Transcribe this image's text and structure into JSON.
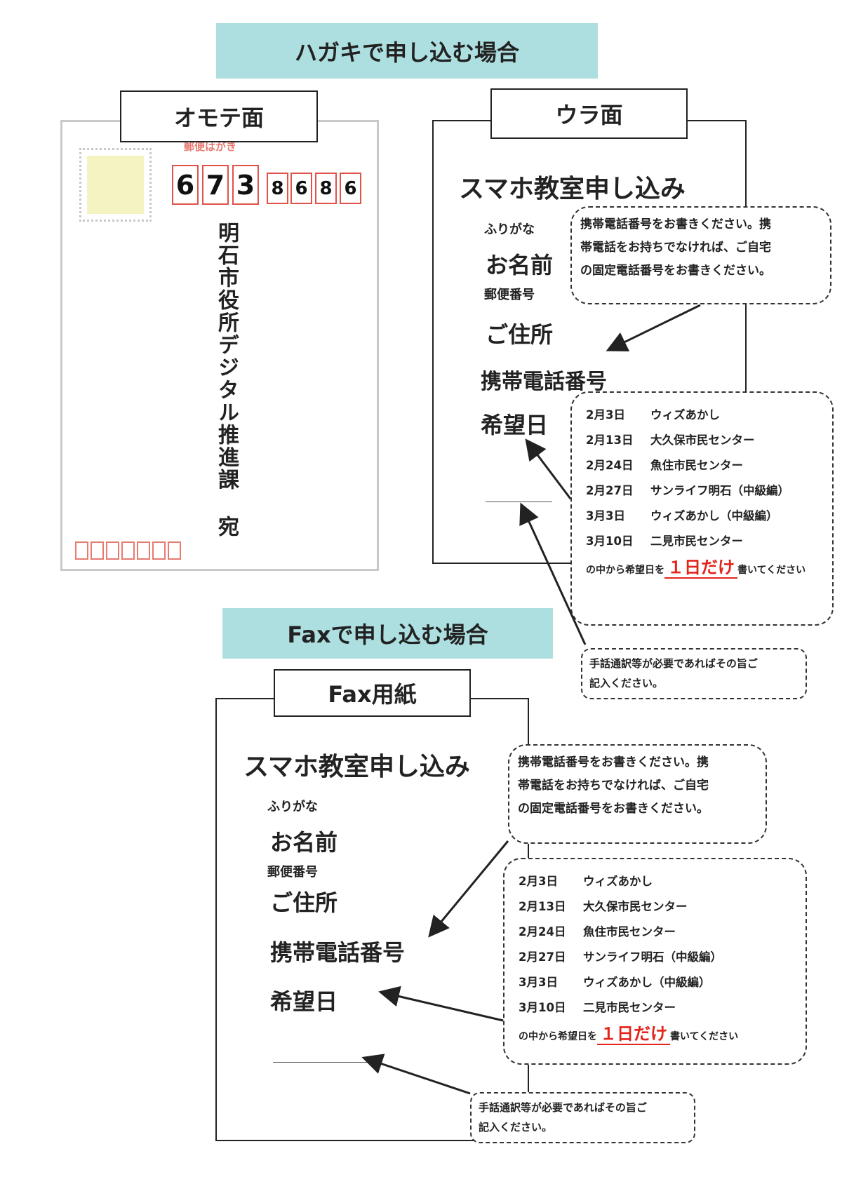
{
  "postcard_section": {
    "banner": "ハガキで申し込む場合",
    "front": {
      "label": "オモテ面",
      "card_header": "郵便はがき",
      "zip_main": [
        "6",
        "7",
        "3"
      ],
      "zip_sub": [
        "8",
        "6",
        "8",
        "6"
      ],
      "address": "明石市役所デジタル推進課",
      "honorific": "宛"
    },
    "back": {
      "label": "ウラ面"
    }
  },
  "fax_section": {
    "banner": "Faxで申し込む場合",
    "label": "Fax用紙"
  },
  "form": {
    "title": "スマホ教室申し込み",
    "furigana": "ふりがな",
    "name": "お名前",
    "postal": "郵便番号",
    "address": "ご住所",
    "phone": "携帯電話番号",
    "date": "希望日"
  },
  "notes": {
    "phone": [
      "携帯電話番号をお書きください。携",
      "帯電話をお持ちでなければ、ご自宅",
      "の固定電話番号をお書きください。"
    ],
    "schedule": [
      {
        "date": "2月3日",
        "place": "ウィズあかし"
      },
      {
        "date": "2月13日",
        "place": "大久保市民センター"
      },
      {
        "date": "2月24日",
        "place": "魚住市民センター"
      },
      {
        "date": "2月27日",
        "place": "サンライフ明石（中級編）"
      },
      {
        "date": "3月3日",
        "place": "ウィズあかし（中級編）"
      },
      {
        "date": "3月10日",
        "place": "二見市民センター"
      }
    ],
    "choose_prefix": "の中から希望日を",
    "choose_emphasis": "１日だけ",
    "choose_suffix": "書いてください",
    "interpreter": [
      "手話通訳等が必要であればその旨ご",
      "記入ください。"
    ]
  },
  "colors": {
    "banner": "#aedfe0",
    "emphasis": "#e3241b",
    "zip_box": "#e0524a"
  }
}
